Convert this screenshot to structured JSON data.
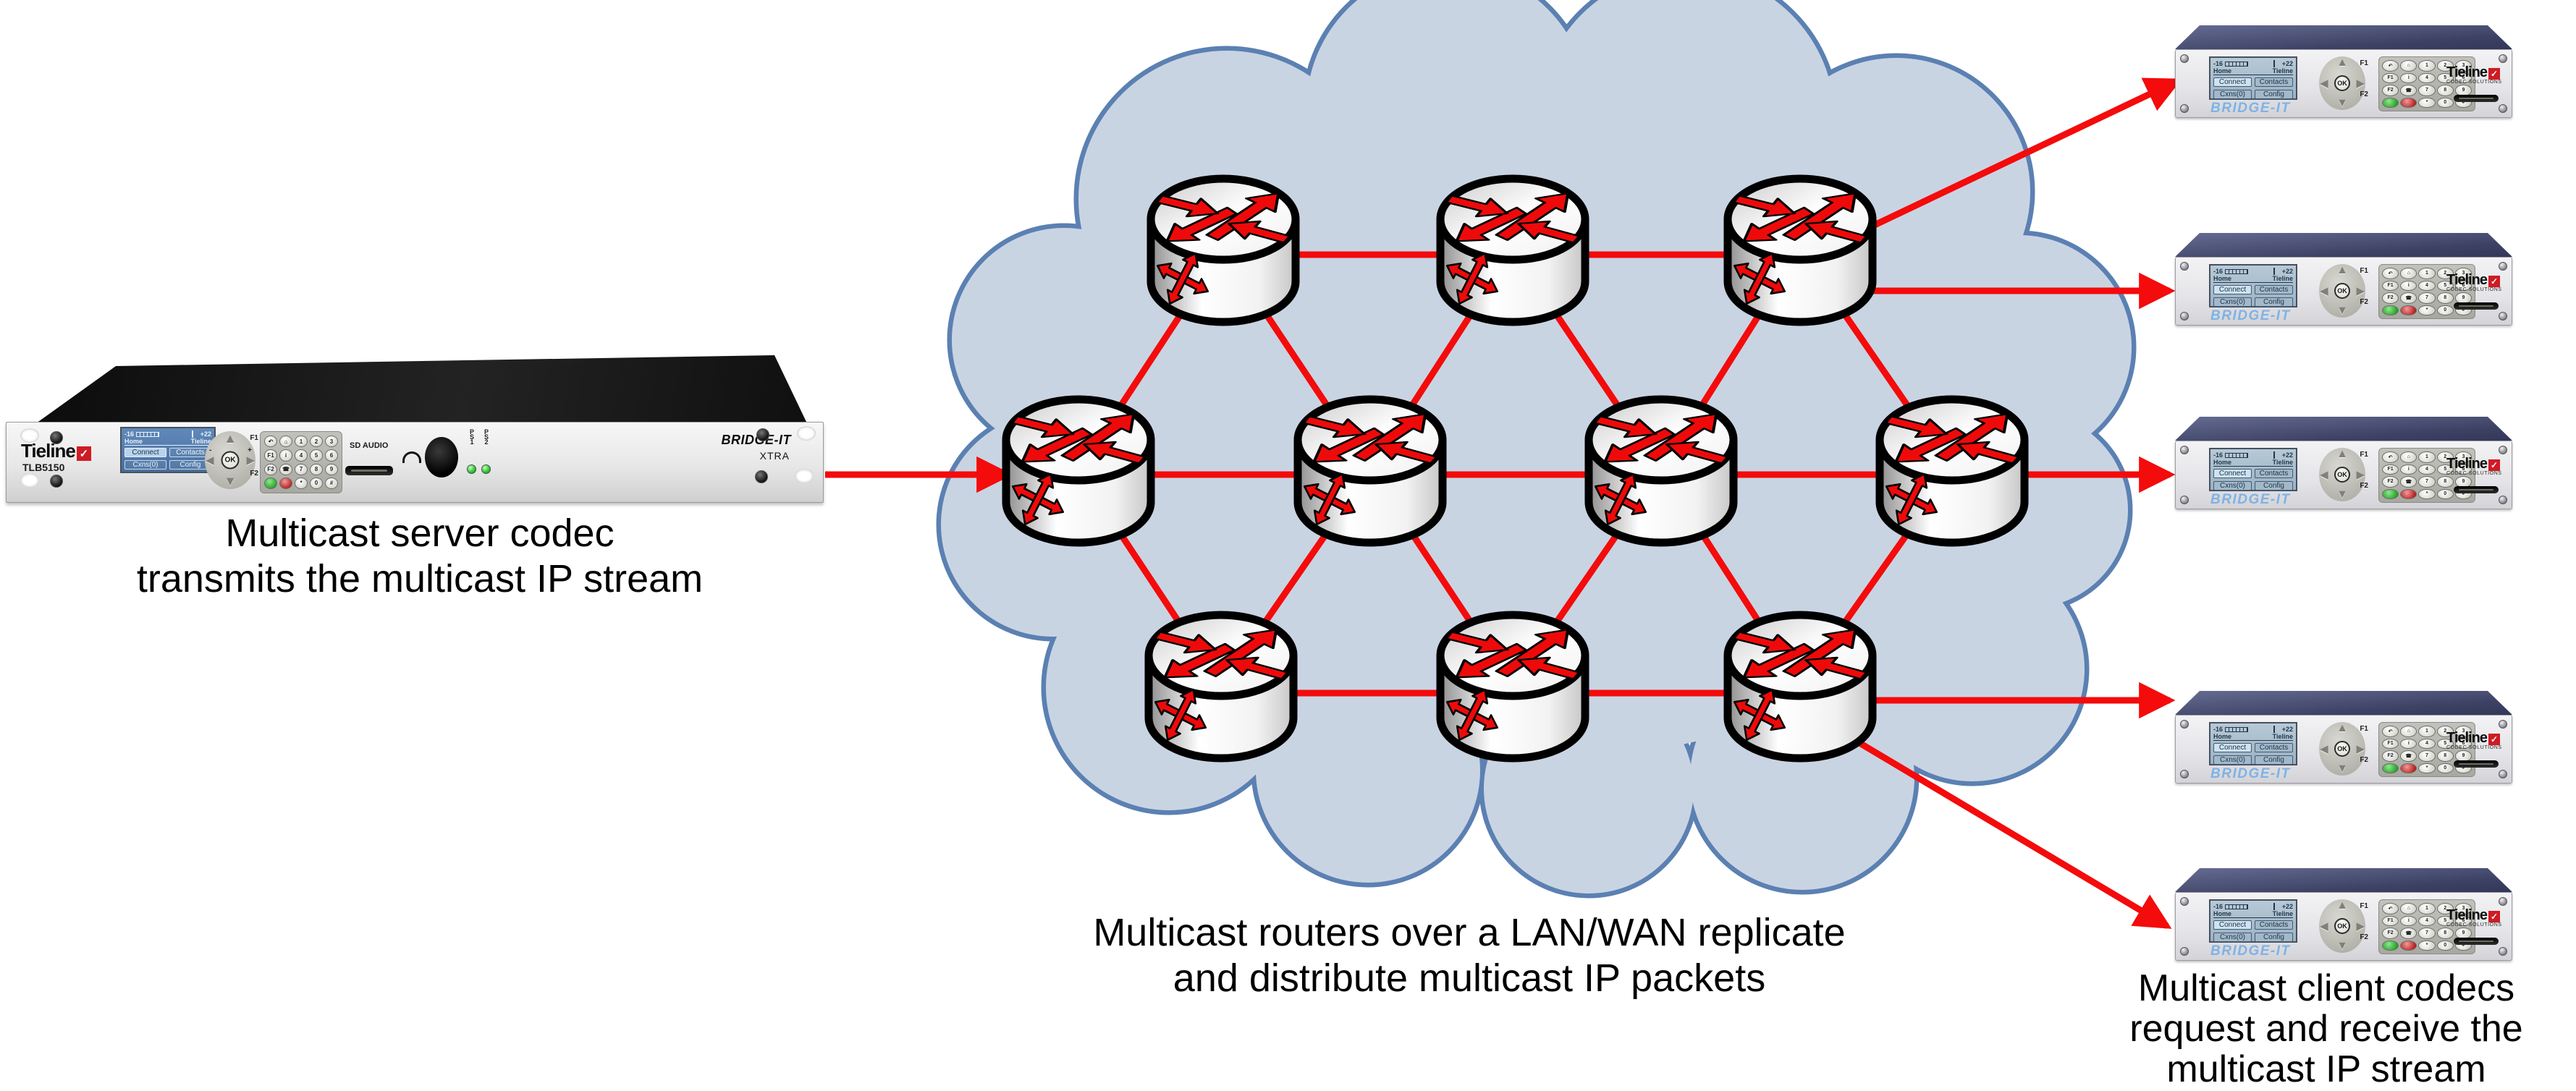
{
  "captions": {
    "server": [
      "Multicast server codec",
      "transmits the multicast IP stream"
    ],
    "cloud": [
      "Multicast routers over a LAN/WAN replicate",
      "and distribute multicast IP packets"
    ],
    "clients": [
      "Multicast client codecs",
      "request and receive the",
      "multicast IP stream"
    ]
  },
  "screen": {
    "meter_left": "-16",
    "meter_right": "+22",
    "tab_left": "Home",
    "tab_right": "Tieline",
    "buttons": [
      "Connect",
      "Contacts",
      "Cxns(0)",
      "Config"
    ]
  },
  "nav": {
    "ok": "OK",
    "f1": "F1",
    "f2": "F2",
    "minus": "-",
    "plus": "+"
  },
  "keypad": {
    "rows": [
      [
        "↶",
        "⌂",
        "1",
        "2",
        "3"
      ],
      [
        "F1",
        "i",
        "4",
        "5",
        "6"
      ],
      [
        "F2",
        "☎",
        "7",
        "8",
        "9"
      ],
      [
        "",
        "",
        "*",
        "0",
        "#"
      ]
    ]
  },
  "server_device": {
    "brand": "Tieline",
    "check": "✓",
    "model": "TLB5150",
    "product": "BRIDGE-IT",
    "variant": "XTRA",
    "sd_label": "SD AUDIO",
    "ps1": "PS1",
    "ps2": "PS2"
  },
  "client_device": {
    "brand": "Tieline",
    "check": "✓",
    "tagline": "CODEC SOLUTIONS",
    "product": "BRIDGE-IT"
  },
  "figure": {
    "type": "network-diagram",
    "routers_in_cloud": 10,
    "router_rows": [
      3,
      4,
      3
    ],
    "server_codecs": 1,
    "client_codecs": 5
  },
  "colors": {
    "cloud_fill": "#c9d4e3",
    "cloud_stroke": "#5b80b2",
    "arrow_red": "#f40b0b",
    "router_outline": "#000000",
    "client_top_navy": "#42476a",
    "server_lcd_blue": "#5586b8",
    "client_lcd_grey": "#a6bac9",
    "bridgeit_blue": "#7fb2e4",
    "logo_red": "#cf1b24",
    "led_green": "#2ecc2e"
  }
}
